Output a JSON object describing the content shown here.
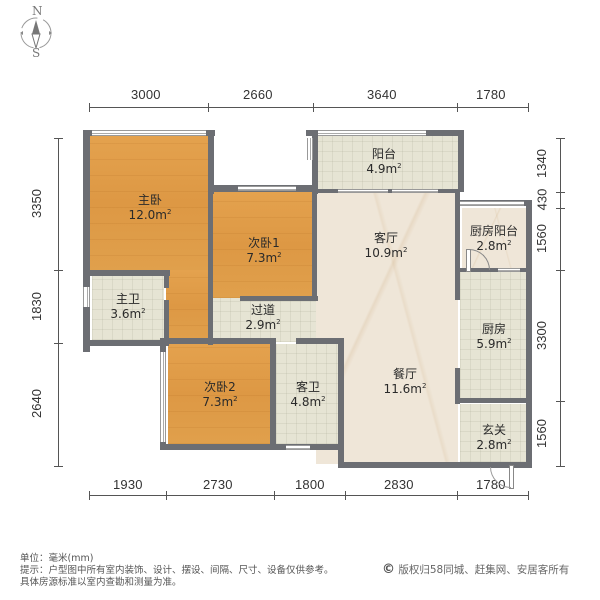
{
  "compass": {
    "north": "N",
    "south": "S"
  },
  "dimensions": {
    "top": [
      "3000",
      "2660",
      "3640",
      "1780"
    ],
    "bottom": [
      "1930",
      "2730",
      "1800",
      "2830",
      "1780"
    ],
    "left": [
      "3350",
      "1830",
      "2640"
    ],
    "right": [
      "1340",
      "430",
      "1560",
      "3300",
      "1560"
    ]
  },
  "rooms": [
    {
      "name": "主卧",
      "area": "12.0m",
      "sup": "2"
    },
    {
      "name": "次卧1",
      "area": "7.3m",
      "sup": "2"
    },
    {
      "name": "阳台",
      "area": "4.9m",
      "sup": "2"
    },
    {
      "name": "客厅",
      "area": "10.9m",
      "sup": "2"
    },
    {
      "name": "厨房阳台",
      "area": "2.8m",
      "sup": "2"
    },
    {
      "name": "主卫",
      "area": "3.6m",
      "sup": "2"
    },
    {
      "name": "过道",
      "area": "2.9m",
      "sup": "2"
    },
    {
      "name": "厨房",
      "area": "5.9m",
      "sup": "2"
    },
    {
      "name": "次卧2",
      "area": "7.3m",
      "sup": "2"
    },
    {
      "name": "客卫",
      "area": "4.8m",
      "sup": "2"
    },
    {
      "name": "餐厅",
      "area": "11.6m",
      "sup": "2"
    },
    {
      "name": "玄关",
      "area": "2.8m",
      "sup": "2"
    }
  ],
  "footer": {
    "unit": "单位：毫米(mm)",
    "note1": "提示：户型图中所有室内装饰、设计、摆设、间隔、尺寸、设备仅供参考。",
    "note2": "具体房源标准以室内查勘和测量为准。",
    "copyright": "版权归58同城、赶集网、安居客所有",
    "copyright_symbol": "©"
  },
  "colors": {
    "wall": "#6c6e73",
    "wood_floor": "#dd9844",
    "tile_floor": "#e6e4d4",
    "marble_floor": "#efe6d8"
  }
}
